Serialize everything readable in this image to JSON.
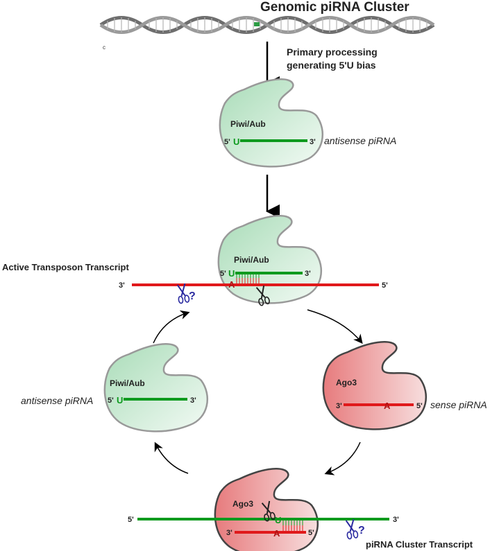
{
  "title": "Genomic piRNA Cluster",
  "stray_mark": "c",
  "processing_label": {
    "line1": "Primary processing",
    "line2": "generating 5'U bias"
  },
  "top_complex": {
    "protein": "Piwi/Aub",
    "five_prime": "5'",
    "base": "U",
    "three_prime": "3'",
    "caption": "antisense piRNA"
  },
  "transposon": {
    "title": "Active Transposon Transcript",
    "three_prime": "3'",
    "five_prime": "5'",
    "protein": "Piwi/Aub",
    "guide_five": "5'",
    "guide_base": "U",
    "guide_three": "3'",
    "target_base": "A",
    "unknown_slicer": "?"
  },
  "left_complex": {
    "protein": "Piwi/Aub",
    "five_prime": "5'",
    "base": "U",
    "three_prime": "3'",
    "caption": "antisense piRNA"
  },
  "right_complex": {
    "protein": "Ago3",
    "three_prime": "3'",
    "base": "A",
    "five_prime": "5'",
    "caption": "sense piRNA"
  },
  "cluster": {
    "title": "piRNA Cluster Transcript",
    "five_prime": "5'",
    "three_prime": "3'",
    "protein": "Ago3",
    "target_base": "U",
    "guide_three": "3'",
    "guide_base": "A",
    "guide_five": "5'",
    "unknown_slicer": "?"
  },
  "colors": {
    "antisense": "#0d9a1e",
    "sense": "#e0191b",
    "piwi_fill": "#d6eedd",
    "ago3_fill": "#eba0a0",
    "outline": "#999999",
    "scissors_unknown": "#2a2aa0"
  }
}
